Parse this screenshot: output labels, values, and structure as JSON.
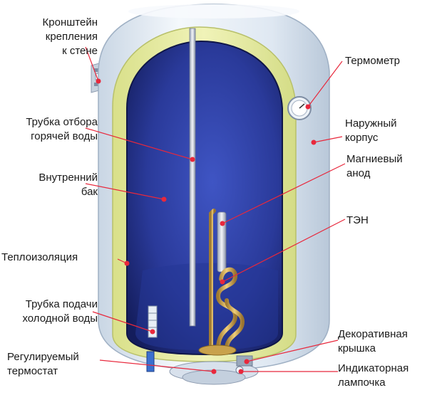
{
  "labels": {
    "bracket": "Кронштейн\nкрепления\nк стене",
    "hot_pipe": "Трубка отбора\nгорячей воды",
    "inner_tank": "Внутренний\nбак",
    "insulation": "Теплоизоляция",
    "cold_pipe": "Трубка подачи\nхолодной воды",
    "thermostat": "Регулируемый\nтермостат",
    "thermometer": "Термометр",
    "outer_shell": "Наружный\nкорпус",
    "anode": "Магниевый\nанод",
    "heater": "ТЭН",
    "cover": "Декоративная\nкрышка",
    "indicator": "Индикаторная\nлампочка"
  },
  "colors": {
    "leader": "#e8283c",
    "shell": "#dfe8f2",
    "insulation": "#e8eea6",
    "tank": "#27358f"
  }
}
